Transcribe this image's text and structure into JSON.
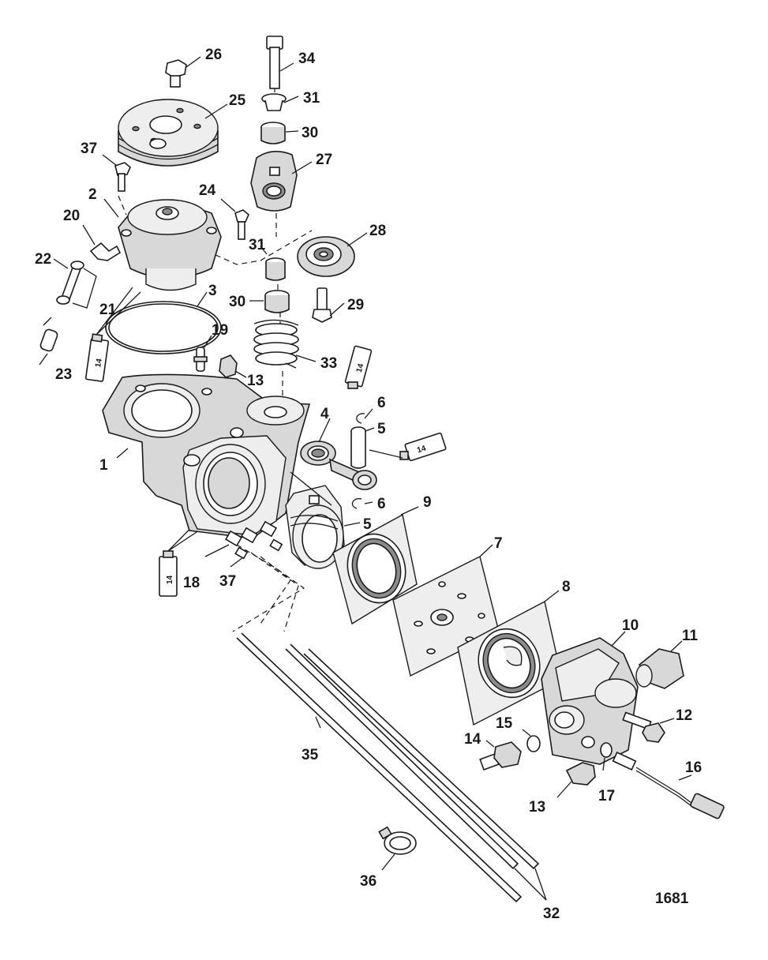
{
  "figure_number": "1681",
  "tube_label": "14",
  "callouts": [
    {
      "id": "c1",
      "label": "1"
    },
    {
      "id": "c2",
      "label": "2"
    },
    {
      "id": "c3",
      "label": "3"
    },
    {
      "id": "c4",
      "label": "4"
    },
    {
      "id": "c5a",
      "label": "5"
    },
    {
      "id": "c5b",
      "label": "5"
    },
    {
      "id": "c6a",
      "label": "6"
    },
    {
      "id": "c6b",
      "label": "6"
    },
    {
      "id": "c7",
      "label": "7"
    },
    {
      "id": "c8",
      "label": "8"
    },
    {
      "id": "c9",
      "label": "9"
    },
    {
      "id": "c10",
      "label": "10"
    },
    {
      "id": "c11",
      "label": "11"
    },
    {
      "id": "c12",
      "label": "12"
    },
    {
      "id": "c13a",
      "label": "13"
    },
    {
      "id": "c13b",
      "label": "13"
    },
    {
      "id": "c14",
      "label": "14"
    },
    {
      "id": "c15",
      "label": "15"
    },
    {
      "id": "c16",
      "label": "16"
    },
    {
      "id": "c17",
      "label": "17"
    },
    {
      "id": "c18",
      "label": "18"
    },
    {
      "id": "c19",
      "label": "19"
    },
    {
      "id": "c20",
      "label": "20"
    },
    {
      "id": "c21",
      "label": "21"
    },
    {
      "id": "c22",
      "label": "22"
    },
    {
      "id": "c23",
      "label": "23"
    },
    {
      "id": "c24",
      "label": "24"
    },
    {
      "id": "c25",
      "label": "25"
    },
    {
      "id": "c26",
      "label": "26"
    },
    {
      "id": "c27",
      "label": "27"
    },
    {
      "id": "c28",
      "label": "28"
    },
    {
      "id": "c29",
      "label": "29"
    },
    {
      "id": "c30a",
      "label": "30"
    },
    {
      "id": "c30b",
      "label": "30"
    },
    {
      "id": "c31a",
      "label": "31"
    },
    {
      "id": "c31b",
      "label": "31"
    },
    {
      "id": "c32",
      "label": "32"
    },
    {
      "id": "c33",
      "label": "33"
    },
    {
      "id": "c34",
      "label": "34"
    },
    {
      "id": "c35",
      "label": "35"
    },
    {
      "id": "c36",
      "label": "36"
    },
    {
      "id": "c37a",
      "label": "37"
    },
    {
      "id": "c37b",
      "label": "37"
    }
  ]
}
